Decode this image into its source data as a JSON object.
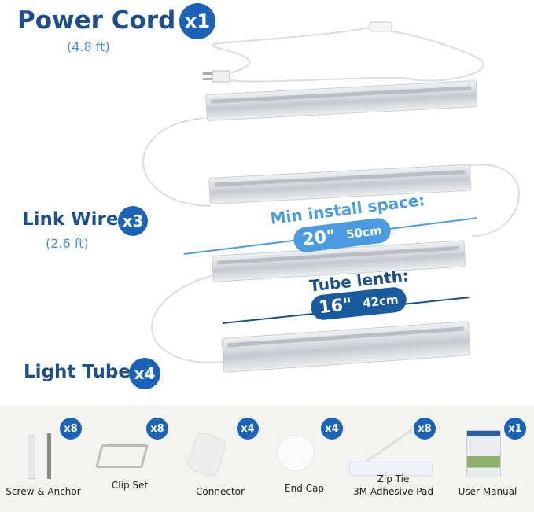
{
  "power_cord": {
    "title": "Power Cord",
    "count": "x1",
    "length": "(4.8 ft)"
  },
  "link_wire": {
    "title": "Link Wire",
    "count": "x3",
    "length": "(2.6 ft)"
  },
  "light_tube": {
    "title": "Light Tube",
    "count": "x4"
  },
  "min_install": {
    "label": "Min install space:",
    "inches": "20\"",
    "cm": "50cm"
  },
  "tube_length": {
    "label": "Tube lenth:",
    "inches": "16\"",
    "cm": "42cm"
  },
  "accessories": [
    {
      "label": "Screw & Anchor",
      "count": "x8",
      "icon": "screw-anchor"
    },
    {
      "label": "Clip Set",
      "count": "x8",
      "icon": "clip"
    },
    {
      "label": "Connector",
      "count": "x4",
      "icon": "connector"
    },
    {
      "label": "End Cap",
      "count": "x4",
      "icon": "end-cap"
    },
    {
      "label": "Zip Tie\n3M Adhesive Pad",
      "count": "x8",
      "icon": "zip-tie"
    },
    {
      "label": "User Manual",
      "count": "x1",
      "icon": "manual"
    }
  ],
  "colors": {
    "navy": "#1d4f8c",
    "light_blue": "#4a9be0",
    "badge": "#1a63b8",
    "panel": "#f5f3f0"
  }
}
